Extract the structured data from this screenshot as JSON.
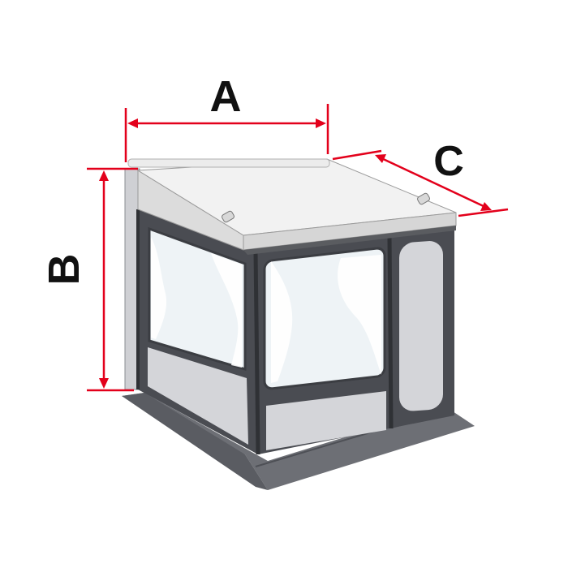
{
  "dimensions": {
    "width_label": "A",
    "height_label": "B",
    "depth_label": "C"
  },
  "colors": {
    "dimension_line": "#e3001b",
    "frame": "#4a4c52",
    "panel": "#d4d5d9",
    "floor": "#6d6f75",
    "roof": "#eeeeee",
    "window": "#eef3f6",
    "curtain": "#ffffff"
  },
  "icons": {
    "awning_roof": "awning-roof-icon",
    "awning_tent": "awning-tent-icon",
    "floor_mat": "floor-mat-icon"
  }
}
